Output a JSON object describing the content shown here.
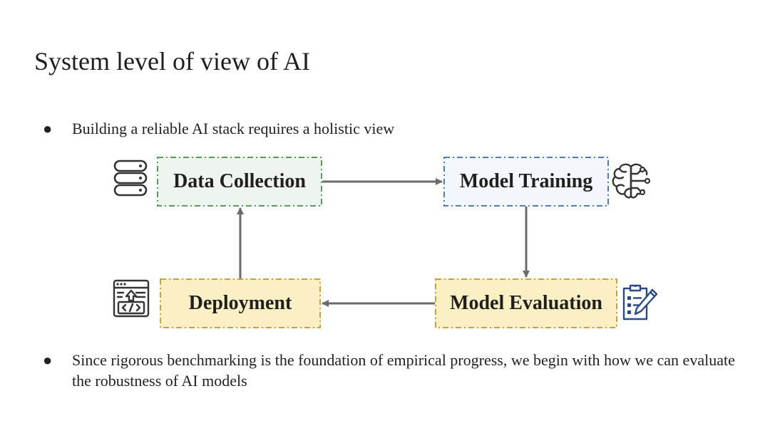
{
  "slide": {
    "title": "System level of view of AI"
  },
  "bullets": [
    {
      "marker": "●",
      "text": "Building a reliable AI stack requires a holistic view"
    },
    {
      "marker": "●",
      "text": "Since rigorous benchmarking is the foundation of empirical progress, we begin with how we can evaluate the robustness of AI models"
    }
  ],
  "diagram": {
    "nodes": [
      {
        "id": "data_collection",
        "label": "Data Collection",
        "icon": "database-icon",
        "border_color": "#5a9a5a",
        "fill_color": "#eef5ee"
      },
      {
        "id": "model_training",
        "label": "Model Training",
        "icon": "brain-circuit-icon",
        "border_color": "#4d7fb5",
        "fill_color": "#f3f7fb"
      },
      {
        "id": "model_evaluation",
        "label": "Model Evaluation",
        "icon": "clipboard-pen-icon",
        "border_color": "#c8a23c",
        "fill_color": "#fbf0c4"
      },
      {
        "id": "deployment",
        "label": "Deployment",
        "icon": "code-deploy-window-icon",
        "border_color": "#c8a23c",
        "fill_color": "#fbf0c4"
      }
    ],
    "edges": [
      {
        "from": "data_collection",
        "to": "model_training"
      },
      {
        "from": "model_training",
        "to": "model_evaluation"
      },
      {
        "from": "model_evaluation",
        "to": "deployment"
      },
      {
        "from": "deployment",
        "to": "data_collection"
      }
    ],
    "arrow_color": "#6b6b6b",
    "icon_color_dark": "#333333",
    "icon_color_accent": "#2a4a8c"
  }
}
